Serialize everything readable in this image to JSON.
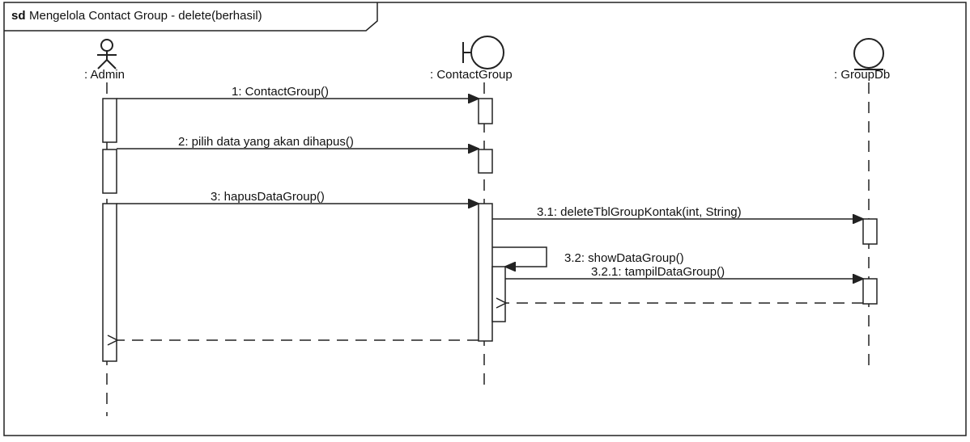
{
  "frame": {
    "keyword": "sd",
    "title": "Mengelola Contact Group - delete(berhasil)"
  },
  "lifelines": [
    {
      "id": "admin",
      "label": ": Admin",
      "kind": "actor"
    },
    {
      "id": "contactgroup",
      "label": ": ContactGroup",
      "kind": "boundary"
    },
    {
      "id": "groupdb",
      "label": ": GroupDb",
      "kind": "entity"
    }
  ],
  "messages": [
    {
      "id": "m1",
      "label": "1: ContactGroup()",
      "from": "admin",
      "to": "contactgroup",
      "type": "call"
    },
    {
      "id": "m2",
      "label": "2: pilih data yang akan dihapus()",
      "from": "admin",
      "to": "contactgroup",
      "type": "call"
    },
    {
      "id": "m3",
      "label": "3: hapusDataGroup()",
      "from": "admin",
      "to": "contactgroup",
      "type": "call"
    },
    {
      "id": "m31",
      "label": "3.1: deleteTblGroupKontak(int, String)",
      "from": "contactgroup",
      "to": "groupdb",
      "type": "call"
    },
    {
      "id": "m32",
      "label": "3.2: showDataGroup()",
      "from": "contactgroup",
      "to": "contactgroup",
      "type": "self"
    },
    {
      "id": "m321",
      "label": "3.2.1: tampilDataGroup()",
      "from": "contactgroup",
      "to": "groupdb",
      "type": "call"
    },
    {
      "id": "r1",
      "label": "",
      "from": "groupdb",
      "to": "contactgroup",
      "type": "return"
    },
    {
      "id": "r2",
      "label": "",
      "from": "contactgroup",
      "to": "admin",
      "type": "return"
    }
  ]
}
